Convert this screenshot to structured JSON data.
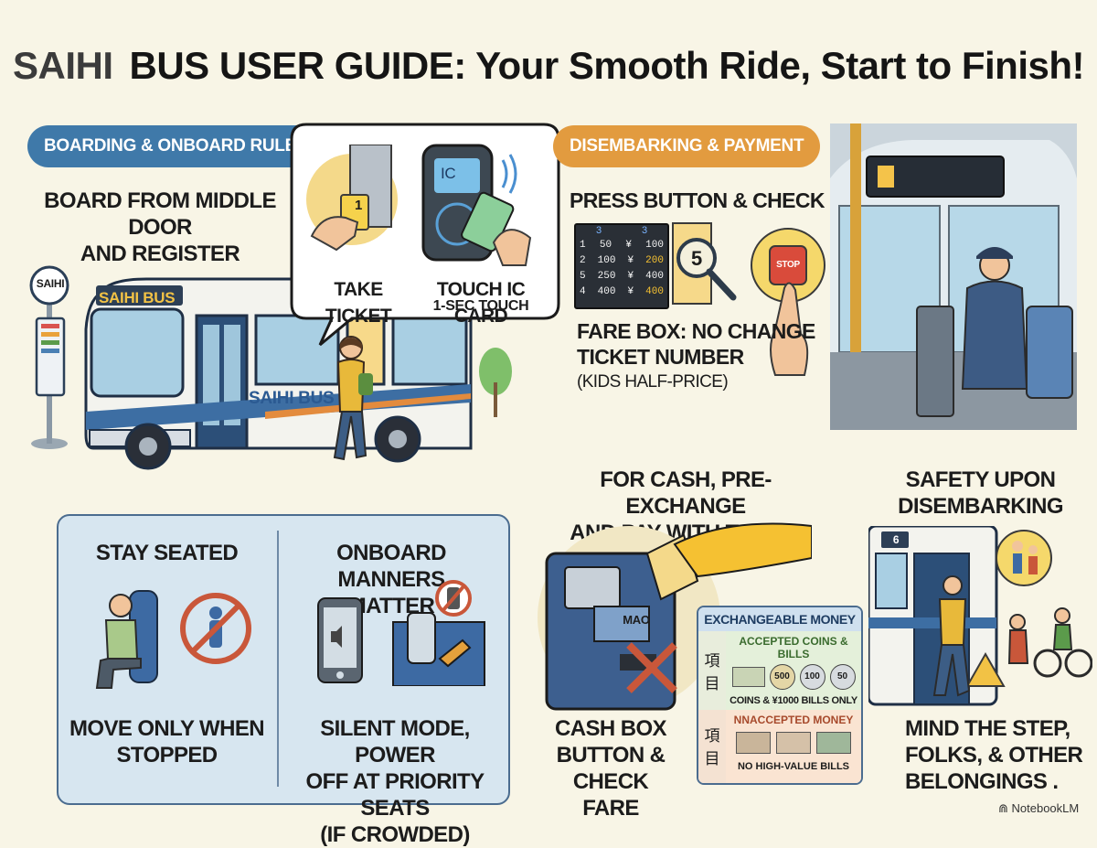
{
  "title": {
    "brand": "SAIHI",
    "main": "BUS USER GUIDE: Your Smooth Ride, Start to Finish!"
  },
  "boarding": {
    "section_label": "BOARDING & ONBOARD RULES",
    "heading_line1": "BOARD FROM MIDDLE DOOR",
    "heading_line2": "AND REGISTER",
    "stop_sign": "SAIHI",
    "bus_sign": "SAIHI BUS",
    "bus_side": "SAIHI BUS",
    "bubble": {
      "take_ticket": "TAKE TICKET",
      "touch_ic": "TOUCH IC CARD",
      "touch_sub": "1-SEC TOUCH",
      "ticket_number": "1",
      "ic_label": "IC"
    }
  },
  "disembarking": {
    "section_label": "DISEMBARKING & PAYMENT",
    "heading": "PRESS BUTTON & CHECK FARE",
    "fare_table": {
      "header": [
        "3",
        "3"
      ],
      "rows": [
        [
          "1",
          "50",
          "¥",
          "100"
        ],
        [
          "2",
          "100",
          "¥",
          "200"
        ],
        [
          "5",
          "250",
          "¥",
          "400"
        ],
        [
          "4",
          "400",
          "¥",
          "400"
        ]
      ]
    },
    "ticket_number": "5",
    "stop_button": "STOP",
    "notes_line1": "FARE BOX: NO CHANGE",
    "notes_line2": "TICKET NUMBER",
    "notes_line3": "(KIDS HALF-PRICE)"
  },
  "rules": {
    "stay_seated": "STAY SEATED",
    "move_only": "MOVE ONLY WHEN",
    "stopped": "STOPPED",
    "manners_line1": "ONBOARD MANNERS",
    "manners_line2": "MATTER",
    "silent_line1": "SILENT MODE, POWER",
    "silent_line2": "OFF AT PRIORITY SEATS",
    "silent_line3": "(IF CROWDED)"
  },
  "cash": {
    "heading_line1": "FOR CASH, PRE-EXCHANGE",
    "heading_line2": "AND PAY WITH TICKET",
    "machine_label": "MAO",
    "box_line1": "CASH BOX",
    "box_line2": "BUTTON &",
    "box_line3": "CHECK FARE",
    "money": {
      "header": "EXCHANGEABLE MONEY",
      "accepted_title": "ACCEPTED COINS & BILLS",
      "coins": [
        "500",
        "100",
        "50"
      ],
      "accepted_note": "COINS & ¥1000 BILLS ONLY",
      "unaccepted_title": "NNACCEPTED MONEY",
      "unaccepted_note": "NO HIGH-VALUE BILLS",
      "row_label_top": "項",
      "row_label_bottom": "目"
    }
  },
  "safety": {
    "heading_line1": "SAFETY UPON",
    "heading_line2": "DISEMBARKING",
    "bus_number": "6",
    "mind_line1": "MIND THE STEP,",
    "mind_line2": "FOLKS, & OTHER",
    "mind_line3": "BELONGINGS ."
  },
  "footer": {
    "credit": "NotebookLM"
  },
  "colors": {
    "blue": "#3f79a9",
    "orange": "#e29b3f",
    "prohibit": "#c9573a",
    "panel": "#d7e6f0"
  }
}
